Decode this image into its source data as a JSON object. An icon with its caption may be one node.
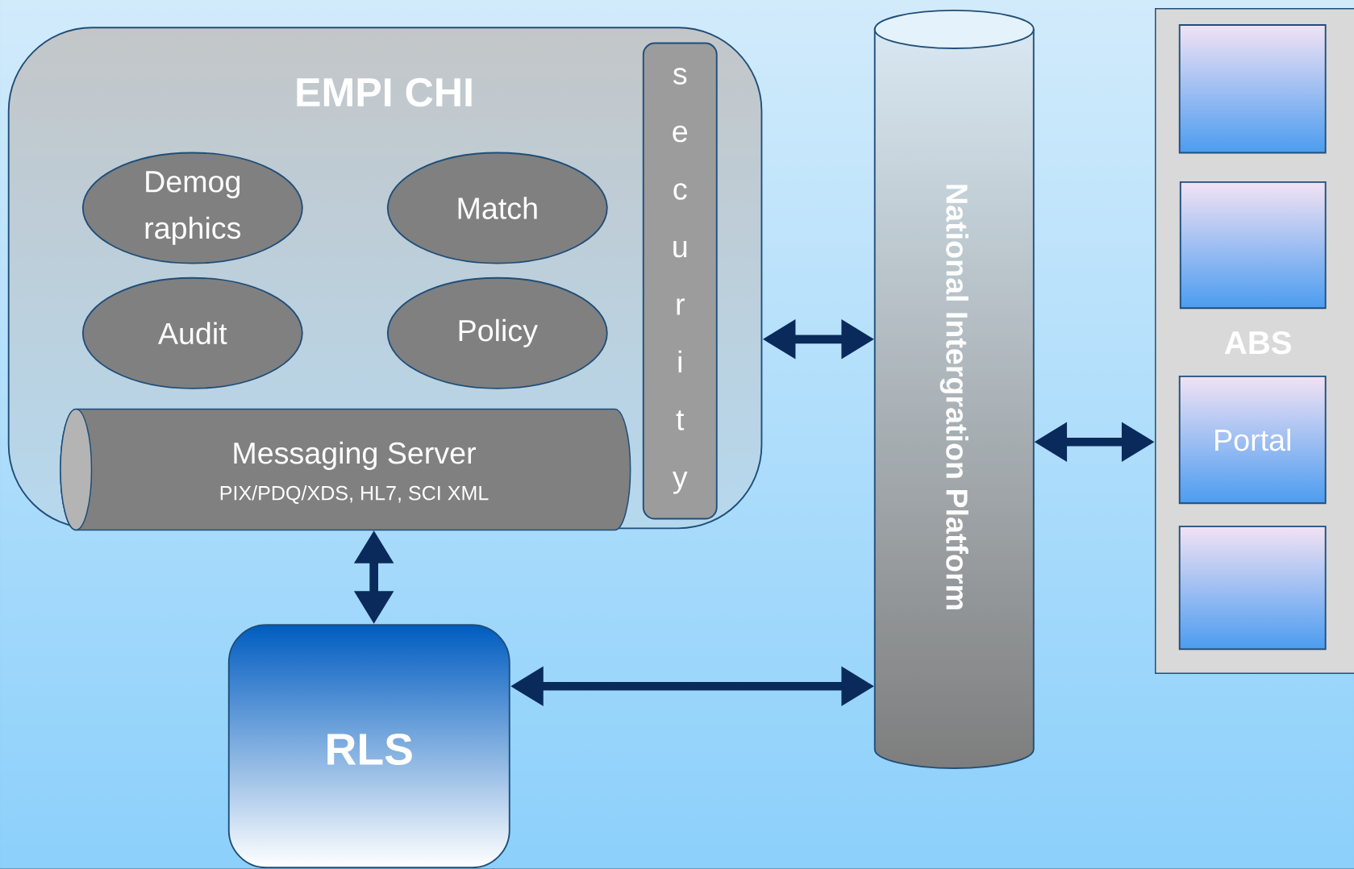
{
  "diagram": {
    "nodes": [
      {
        "text": [
          "EMPI CHI"
        ]
      },
      {
        "text": [
          "Demog raphics"
        ],
        "in": 0
      },
      {
        "text": [
          "Match"
        ],
        "in": 0
      },
      {
        "text": [
          "Audit"
        ],
        "in": 0
      },
      {
        "text": [
          "Policy"
        ],
        "in": 0
      },
      {
        "text": [
          "Messaging Server",
          "PIX/PDQ/XDS, HL7, SCI XML"
        ],
        "in": 0
      },
      {
        "text": [
          "s e c u r i t y"
        ],
        "in": 0
      },
      {
        "text": [
          "RLS"
        ]
      },
      {
        "text": [
          "National Intergration Platform"
        ]
      },
      {
        "text": [
          "ABS"
        ]
      },
      {
        "text": [],
        "shape": "box",
        "in": 9
      },
      {
        "text": [],
        "shape": "box",
        "in": 9
      },
      {
        "text": [
          "Portal"
        ],
        "in": 9
      },
      {
        "text": [],
        "shape": "box",
        "in": 9
      }
    ],
    "edges": [
      {
        "from": 0,
        "to": 8,
        "arrow": "both"
      },
      {
        "from": 5,
        "to": 7,
        "arrow": "both"
      },
      {
        "from": 7,
        "to": 8,
        "arrow": "both"
      },
      {
        "from": 8,
        "to": 9,
        "arrow": "both"
      }
    ]
  }
}
